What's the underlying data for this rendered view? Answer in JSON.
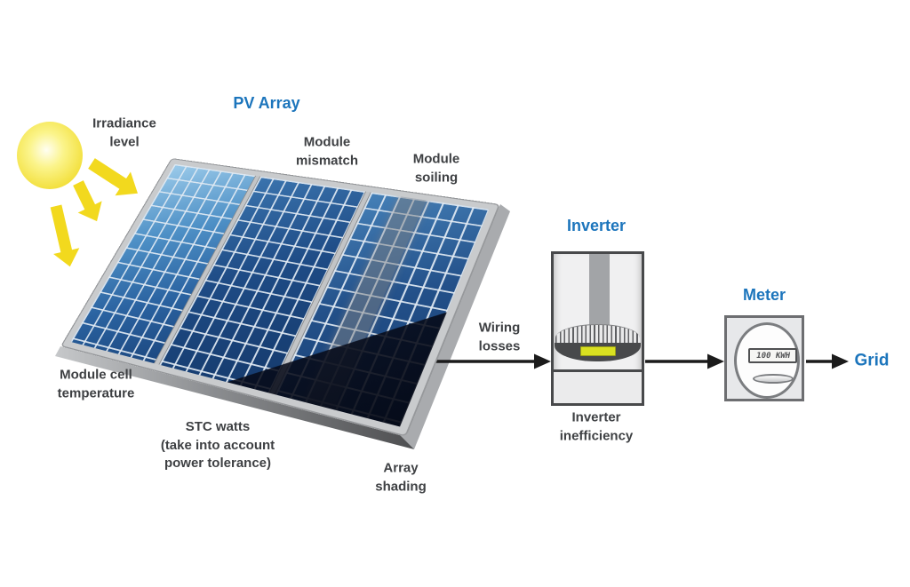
{
  "colors": {
    "accent-blue": "#1C75BC",
    "label-dark": "#3E4043",
    "arrow-black": "#1B1B1B",
    "sun-yellow": "#F2D91E",
    "led-green": "#D9E021"
  },
  "labels": {
    "pv_array": "PV Array",
    "irradiance": "Irradiance\nlevel",
    "module_mismatch": "Module\nmismatch",
    "module_soiling": "Module\nsoiling",
    "module_cell_temperature": "Module cell\ntemperature",
    "stc_watts": "STC watts\n(take into account\npower tolerance)",
    "array_shading": "Array\nshading",
    "wiring_losses": "Wiring\nlosses",
    "inverter": "Inverter",
    "inverter_inefficiency": "Inverter\ninefficiency",
    "meter": "Meter",
    "meter_reading": "100 KWH",
    "grid": "Grid"
  }
}
